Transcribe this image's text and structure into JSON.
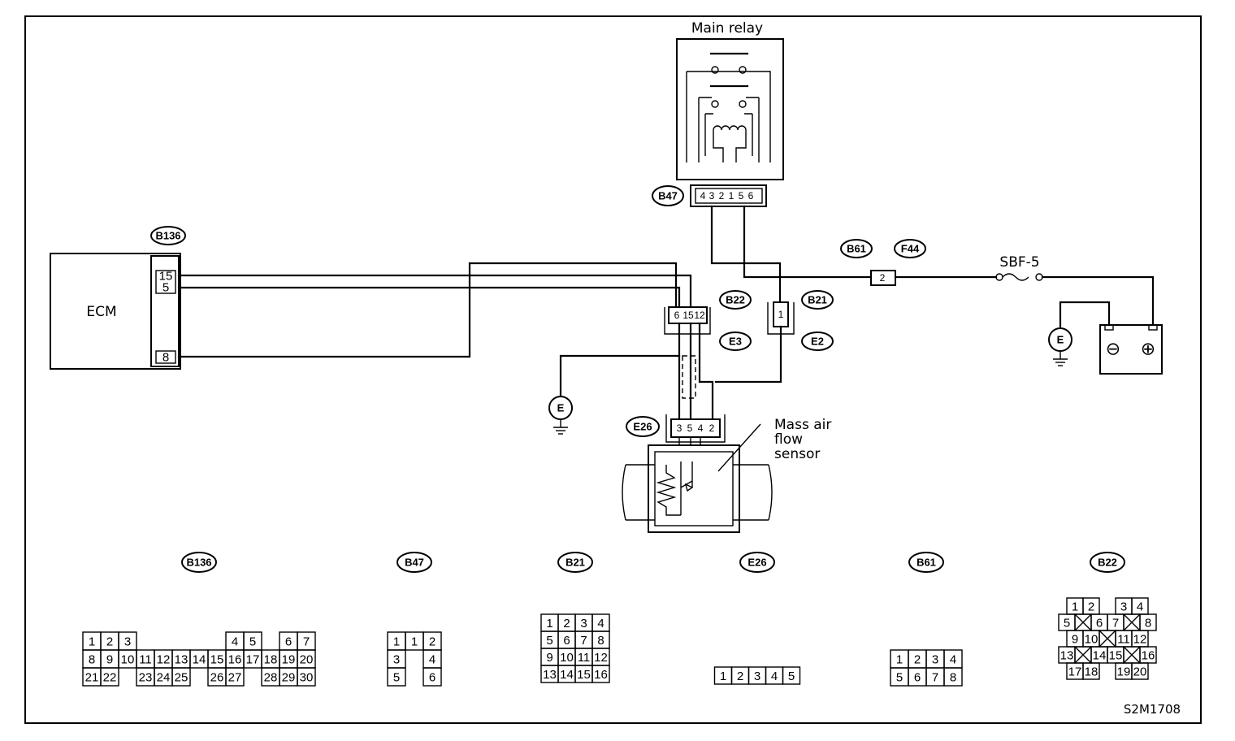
{
  "labels": {
    "main_relay": "Main relay",
    "ecm": "ECM",
    "maf_line1": "Mass air",
    "maf_line2": "flow",
    "maf_line3": "sensor",
    "fuse": "SBF-5",
    "figure_id": "S2M1708"
  },
  "tags": {
    "b136": "B136",
    "b47": "B47",
    "b61": "B61",
    "f44": "F44",
    "b22": "B22",
    "b21": "B21",
    "e3": "E3",
    "e2": "E2",
    "e26": "E26",
    "ground": "E"
  },
  "ecm_pins": [
    "15",
    "5",
    "8"
  ],
  "b47_terminals": [
    "4",
    "3",
    "2",
    "1",
    "5",
    "6"
  ],
  "b22_terminals": [
    "6",
    "15",
    "12"
  ],
  "b21_terminal": "1",
  "b61_terminal": "2",
  "e26_terminals": [
    "3",
    "5",
    "4",
    "2"
  ],
  "battery": {
    "neg": "⊖",
    "pos": "⊕"
  },
  "connector_views": [
    {
      "tag": "B136",
      "rows": [
        [
          "1",
          "2",
          "3",
          "",
          "",
          "",
          "",
          "",
          "4",
          "5",
          "",
          "6",
          "7"
        ],
        [
          "8",
          "9",
          "10",
          "11",
          "12",
          "13",
          "14",
          "15",
          "16",
          "17",
          "18",
          "19",
          "20"
        ],
        [
          "21",
          "22",
          "",
          "23",
          "24",
          "25",
          "",
          "26",
          "27",
          "",
          "28",
          "29",
          "30"
        ]
      ]
    },
    {
      "tag": "B47",
      "rows": [
        [
          "1",
          "1",
          "2"
        ],
        [
          "3",
          "",
          "4"
        ],
        [
          "5",
          "",
          "6"
        ]
      ]
    },
    {
      "tag": "B21",
      "rows": [
        [
          "1",
          "2",
          "3",
          "4"
        ],
        [
          "5",
          "6",
          "7",
          "8"
        ],
        [
          "9",
          "10",
          "11",
          "12"
        ],
        [
          "13",
          "14",
          "15",
          "16"
        ]
      ]
    },
    {
      "tag": "E26",
      "rows": [
        [
          "1",
          "2",
          "3",
          "4",
          "5"
        ]
      ]
    },
    {
      "tag": "B61",
      "rows": [
        [
          "1",
          "2",
          "3",
          "4"
        ],
        [
          "5",
          "6",
          "7",
          "8"
        ]
      ]
    },
    {
      "tag": "B22",
      "rows": [
        [
          "1",
          "2",
          "",
          "3",
          "4"
        ],
        [
          "5",
          "X",
          "6",
          "7",
          "X",
          "8"
        ],
        [
          "9",
          "10",
          "X",
          "11",
          "12"
        ],
        [
          "13",
          "X",
          "14",
          "15",
          "X",
          "16"
        ],
        [
          "17",
          "18",
          "",
          "19",
          "20"
        ]
      ]
    }
  ]
}
